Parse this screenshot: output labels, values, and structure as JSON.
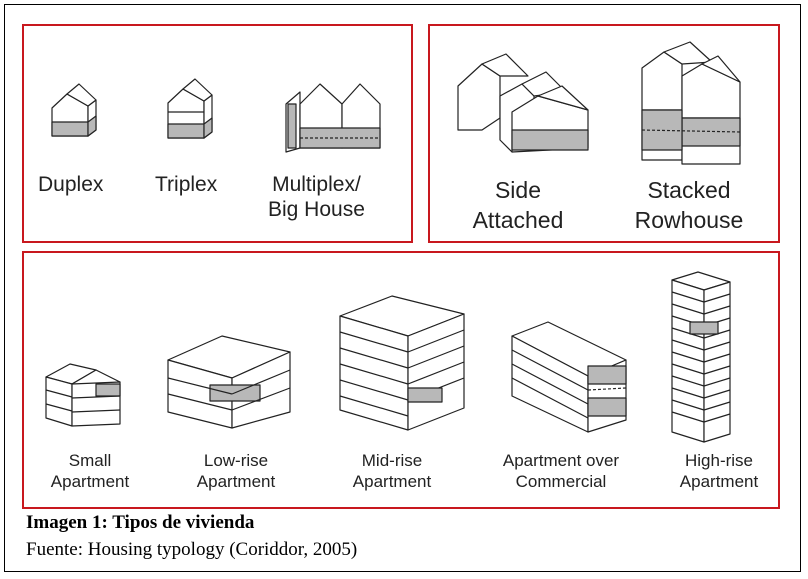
{
  "top_left_types": [
    {
      "line1": "Duplex",
      "line2": ""
    },
    {
      "line1": "Triplex",
      "line2": ""
    },
    {
      "line1": "Multiplex/",
      "line2": "Big House"
    }
  ],
  "top_right_types": [
    {
      "line1": "Side",
      "line2": "Attached"
    },
    {
      "line1": "Stacked",
      "line2": "Rowhouse"
    }
  ],
  "apartment_types": [
    {
      "line1": "Small",
      "line2": "Apartment"
    },
    {
      "line1": "Low-rise",
      "line2": "Apartment"
    },
    {
      "line1": "Mid-rise",
      "line2": "Apartment"
    },
    {
      "line1": "Apartment over",
      "line2": "Commercial"
    },
    {
      "line1": "High-rise",
      "line2": "Apartment"
    }
  ],
  "caption": {
    "title": "Imagen 1: Tipos de vivienda",
    "source": "Fuente: Housing typology (Coriddor, 2005)"
  },
  "colors": {
    "panel_border": "#c8181e",
    "shade": "#b8b8b8"
  }
}
